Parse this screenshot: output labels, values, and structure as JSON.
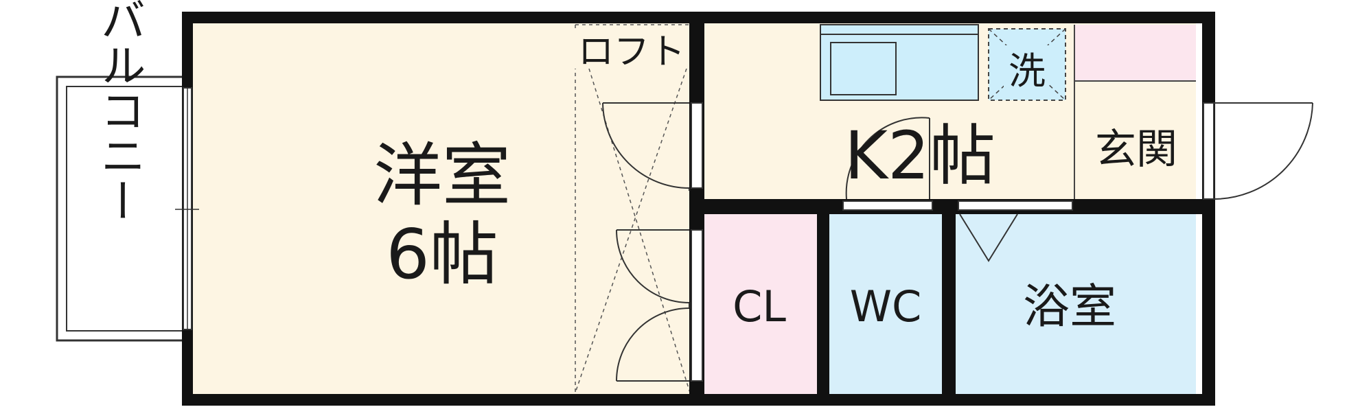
{
  "rooms": {
    "western": {
      "name": "洋室",
      "size": "6帖"
    },
    "loft": {
      "name": "ロフト"
    },
    "kitchen": {
      "name": "K2帖"
    },
    "washer": {
      "name": "洗"
    },
    "entrance": {
      "name": "玄関"
    },
    "closet": {
      "name": "CL"
    },
    "toilet": {
      "name": "WC"
    },
    "bath": {
      "name": "浴室"
    },
    "balcony": {
      "name": "バルコニー"
    }
  },
  "colors": {
    "wall": "#111111",
    "floor": "#fdf5e3",
    "wet_area": "#d7effa",
    "storage": "#fce6ee",
    "kitchen_unit": "#cdeefb"
  }
}
